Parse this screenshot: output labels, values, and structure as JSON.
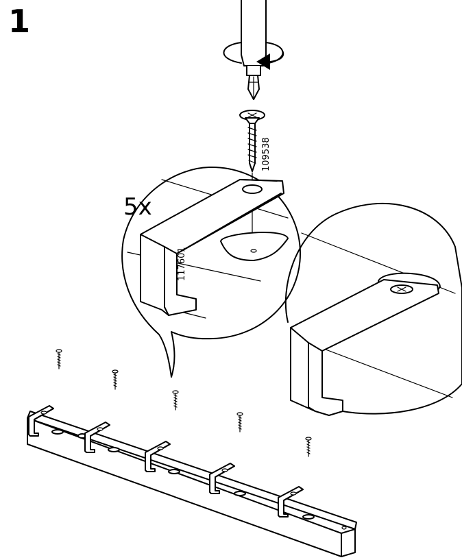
{
  "step": {
    "number": "1"
  },
  "callout": {
    "quantity": "5x"
  },
  "parts": {
    "screw_id": "109538",
    "bracket_id": "117601"
  },
  "icons": [
    "screwdriver-icon",
    "rotation-arrow-icon",
    "screw-icon",
    "bracket-icon",
    "rail-icon"
  ]
}
